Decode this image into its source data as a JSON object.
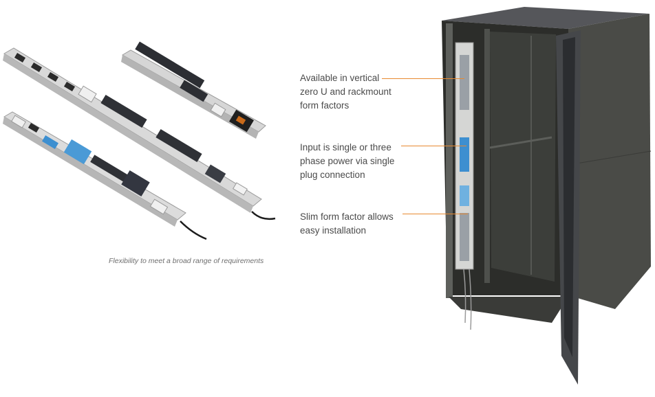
{
  "caption": "Flexibility to meet a broad range of requirements",
  "callouts": [
    {
      "lines": [
        "Available in vertical",
        "zero U and rackmount",
        "form factors"
      ]
    },
    {
      "lines": [
        "Input is single or three",
        "phase power via single",
        "plug connection"
      ]
    },
    {
      "lines": [
        "Slim form factor allows",
        "easy installation"
      ]
    }
  ],
  "colors": {
    "accent": "#e8892f",
    "text": "#4a4a4a",
    "caption": "#6e6e6e",
    "rack": "#3b3c38",
    "pdu_blue": "#3d8fd0"
  }
}
